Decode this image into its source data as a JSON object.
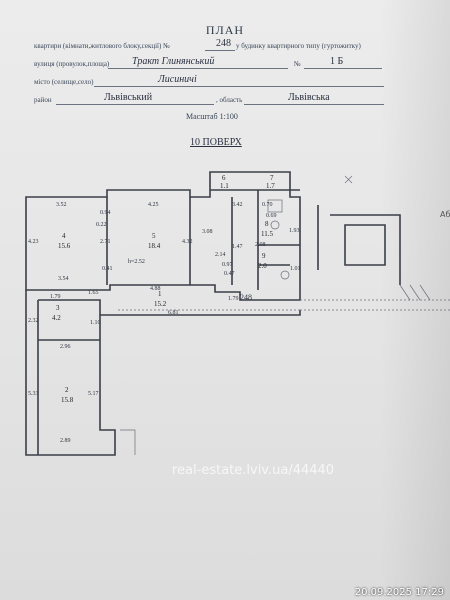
{
  "header": {
    "title": "ПЛАН",
    "line1_prefix": "квартири (кімнати,житлового блоку,секції) №",
    "plan_number": "248",
    "line1_suffix": "у будинку квартирного типу (гуртожитку)",
    "street_label": "вулиця (провулок,площа)",
    "street_value": "Тракт Глинянський",
    "number_label": "№",
    "number_value": "1 Б",
    "city_label": "місто (селище,село)",
    "city_value": "Лисиничі",
    "district_label": "район",
    "district_value": "Львівський",
    "region_label": ", область",
    "region_value": "Львівська",
    "scale": "Масштаб 1:100",
    "floor": "10 ПОВЕРХ"
  },
  "rooms": [
    {
      "id": "4",
      "area": "15.6"
    },
    {
      "id": "5",
      "area": "18.4"
    },
    {
      "id": "8",
      "area": "11.5"
    },
    {
      "id": "9",
      "area": "2.0"
    },
    {
      "id": "6",
      "area": "1.1"
    },
    {
      "id": "7",
      "area": "1.7"
    },
    {
      "id": "1",
      "area": "15.2"
    },
    {
      "id": "3",
      "area": "4.2"
    },
    {
      "id": "2",
      "area": "15.8"
    }
  ],
  "dimensions": {
    "d1": "3.52",
    "d2": "4.25",
    "d3": "3.42",
    "d4": "4.23",
    "d5": "0.94",
    "d6": "0.22",
    "d7": "2.71",
    "d8": "4.32",
    "d9": "3.08",
    "d10": "0.70",
    "d11": "0.69",
    "d12": "1.93",
    "d13": "2.08",
    "d14": "2.14",
    "d15": "0.97",
    "d16": "0.47",
    "d17": "1.01",
    "d18": "1.47",
    "d19": "3.54",
    "d20": "0.41",
    "d21": "1.65",
    "d22": "1.79",
    "d23": "4.88",
    "d24": "6.81",
    "d25": "1.79",
    "d26": "2.32",
    "d27": "1.10",
    "d28": "2.96",
    "d29": "5.33",
    "d30": "5.17",
    "d31": "2.89",
    "height": "h=2.52",
    "apt": "248"
  },
  "watermark": "real-estate.lviv.ua/44440",
  "timestamp": "20.09.2025 17:29",
  "cutoff_text": "Аб"
}
